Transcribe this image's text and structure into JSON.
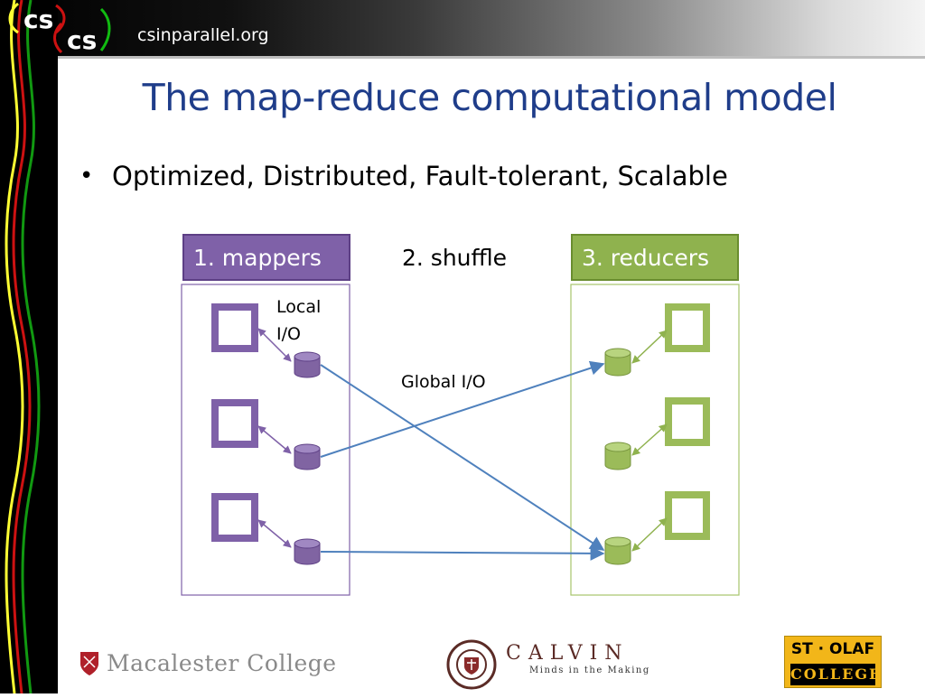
{
  "header": {
    "site": "csinparallel.org",
    "logo": "cs-logo"
  },
  "slide": {
    "title": "The map-reduce computational model",
    "bullets": [
      "Optimized, Distributed, Fault-tolerant, Scalable"
    ]
  },
  "diagram": {
    "headers": {
      "mappers": "1. mappers",
      "shuffle": "2. shuffle",
      "reducers": "3. reducers"
    },
    "labels": {
      "local_io": [
        "Local",
        "I/O"
      ],
      "global_io": "Global I/O"
    },
    "colors": {
      "mapper": "#8064a2",
      "reducer": "#9bbb59",
      "arrow": "#4f81bd"
    }
  },
  "footer": {
    "macalester": "Macalester College",
    "calvin_name": "CALVIN",
    "calvin_tagline": "Minds in the Making",
    "stolaf_top": "ST · OLAF",
    "stolaf_bottom": "COLLEGE"
  }
}
